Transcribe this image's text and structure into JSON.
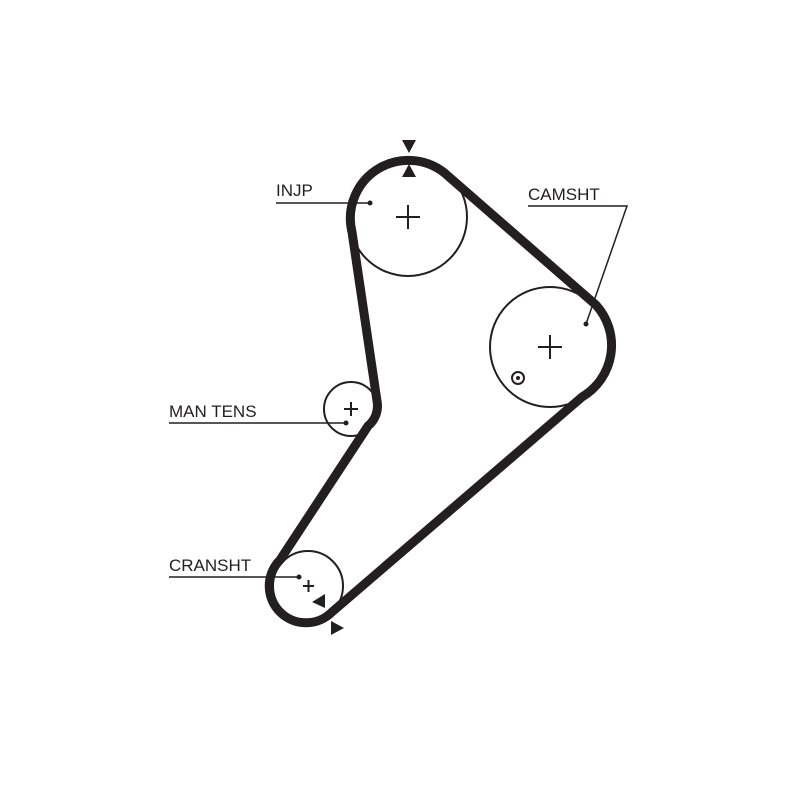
{
  "labels": {
    "injp": "INJP",
    "camsht": "CAMSHT",
    "man_tens": "MAN TENS",
    "cransht": "CRANSHT"
  },
  "colors": {
    "belt": "#231f20",
    "line": "#231f20",
    "background": "#ffffff"
  }
}
